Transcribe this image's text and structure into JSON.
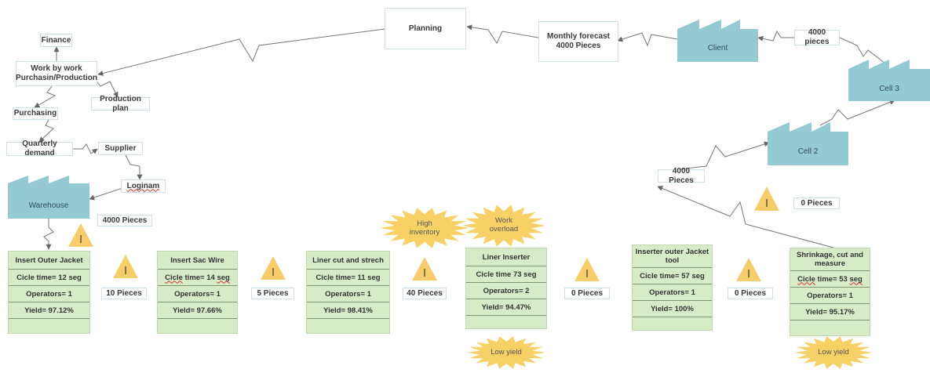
{
  "info_nodes": {
    "finance": "Finance",
    "work_by_work_line1": "Work by work",
    "work_by_work_line2": "Purchasin/Production",
    "production_plan": "Production plan",
    "purchasing": "Purchasing",
    "quarterly_demand": "Quarterly demand",
    "supplier": "Supplier",
    "loginam": "Loginam",
    "planning": "Planning",
    "monthly_forecast_line1": "Monthly forecast",
    "monthly_forecast_line2": "4000 Pieces"
  },
  "factories": {
    "warehouse": "Warehouse",
    "client": "Client",
    "cell3": "Cell 3",
    "cell2": "Cell 2"
  },
  "quantities": {
    "warehouse_pieces": "4000 Pieces",
    "client_pieces": "4000 pieces",
    "cell2_pieces": "4000 Pieces",
    "cell_inventory": "0 Pieces",
    "inv1": "10 Pieces",
    "inv2": "5 Pieces",
    "inv3": "40 Pieces",
    "inv4": "0 Pieces",
    "inv5": "0 Pieces"
  },
  "inventory_symbol": "I",
  "processes": [
    {
      "name": "Insert Outer Jacket",
      "cycle": "Cicle time= 12 seg",
      "operators": "Operators= 1",
      "yield": "Yield= 97.12%"
    },
    {
      "name": "Insert Sac Wire",
      "cycle_prefix": "Cicle",
      "cycle_mid": " time= 14 ",
      "cycle_suffix": "seg",
      "operators": "Operators= 1",
      "yield": "Yield= 97.66%"
    },
    {
      "name": "Liner cut and strech",
      "cycle": "Cicle time= 11 seg",
      "operators": "Operators= 1",
      "yield": "Yield= 98.41%"
    },
    {
      "name": "Liner Inserter",
      "cycle": "Cicle time 73 seg",
      "operators": "Operators= 2",
      "yield": "Yield= 94.47%"
    },
    {
      "name_line1": "Inserter outer Jacket",
      "name_line2": "tool",
      "cycle": "Cicle time= 57 seg",
      "operators": "Operators= 1",
      "yield": "Yield= 100%"
    },
    {
      "name_line1": "Shrinkage, cut and",
      "name_line2": "measure",
      "cycle_prefix": "Cicle",
      "cycle_mid": " time= 53 ",
      "cycle_suffix": "seg",
      "operators": "Operators= 1",
      "yield": "Yield= 95.17%"
    }
  ],
  "kaizen": {
    "high_inventory_line1": "High",
    "high_inventory_line2": "inventory",
    "work_overload_line1": "Work",
    "work_overload_line2": "overload",
    "low_yield_1": "Low yield",
    "low_yield_2": "Low yield"
  },
  "colors": {
    "factory_fill": "#95c9d4",
    "process_fill": "#d8ebc7",
    "triangle_fill": "#f7cd6a",
    "burst_fill": "#f8d166",
    "line": "#777777"
  }
}
